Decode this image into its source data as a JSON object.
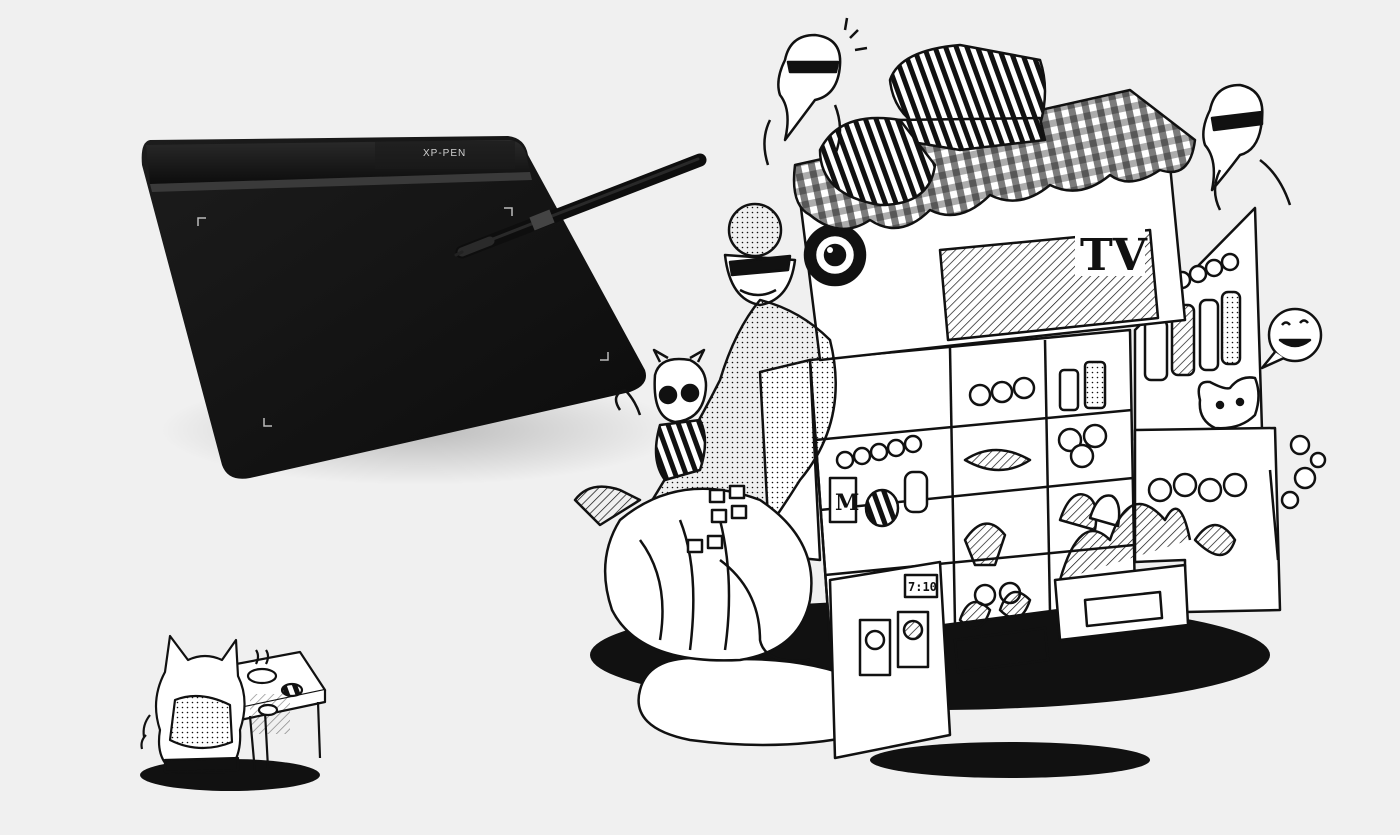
{
  "tablet": {
    "brand": "XP-PEN"
  },
  "illustration": {
    "tv_label": "TV",
    "clock_time": "7:10",
    "milk_letter": "M"
  },
  "colors": {
    "background": "#f0f0f0",
    "tablet_body": "#151515",
    "ink": "#111111",
    "paper": "#ffffff"
  }
}
